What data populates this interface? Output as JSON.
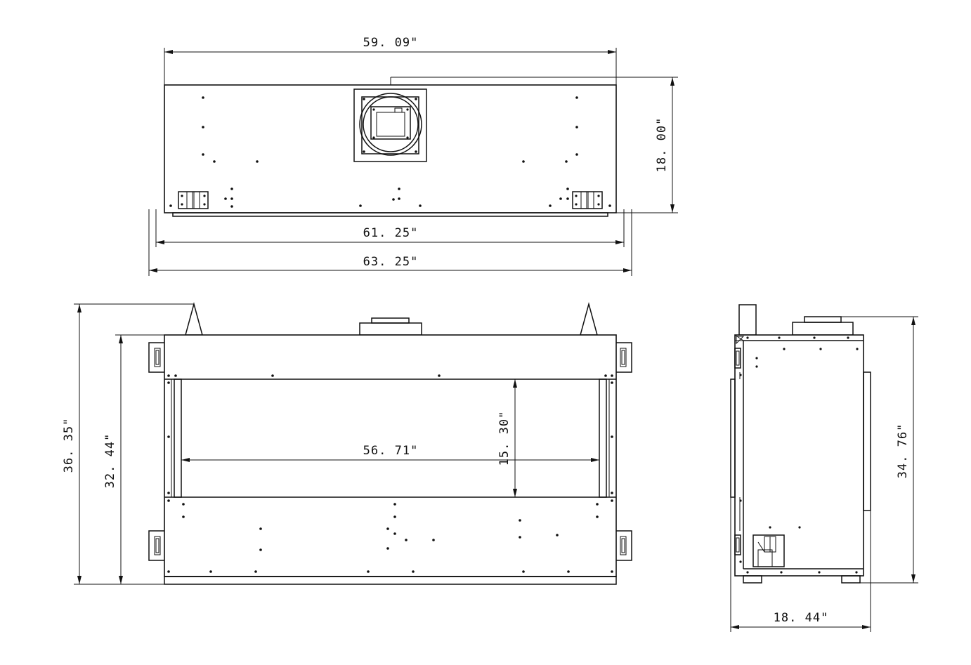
{
  "dimensions": {
    "top_overall_width": "59. 09\"",
    "top_depth": "18. 00\"",
    "top_flange_width": "61. 25\"",
    "top_total_width": "63. 25\"",
    "front_total_height": "36. 35\"",
    "front_body_height": "32. 44\"",
    "front_opening_width": "56. 71\"",
    "front_opening_height": "15. 30\"",
    "side_height": "34. 76\"",
    "side_depth": "18. 44\""
  }
}
